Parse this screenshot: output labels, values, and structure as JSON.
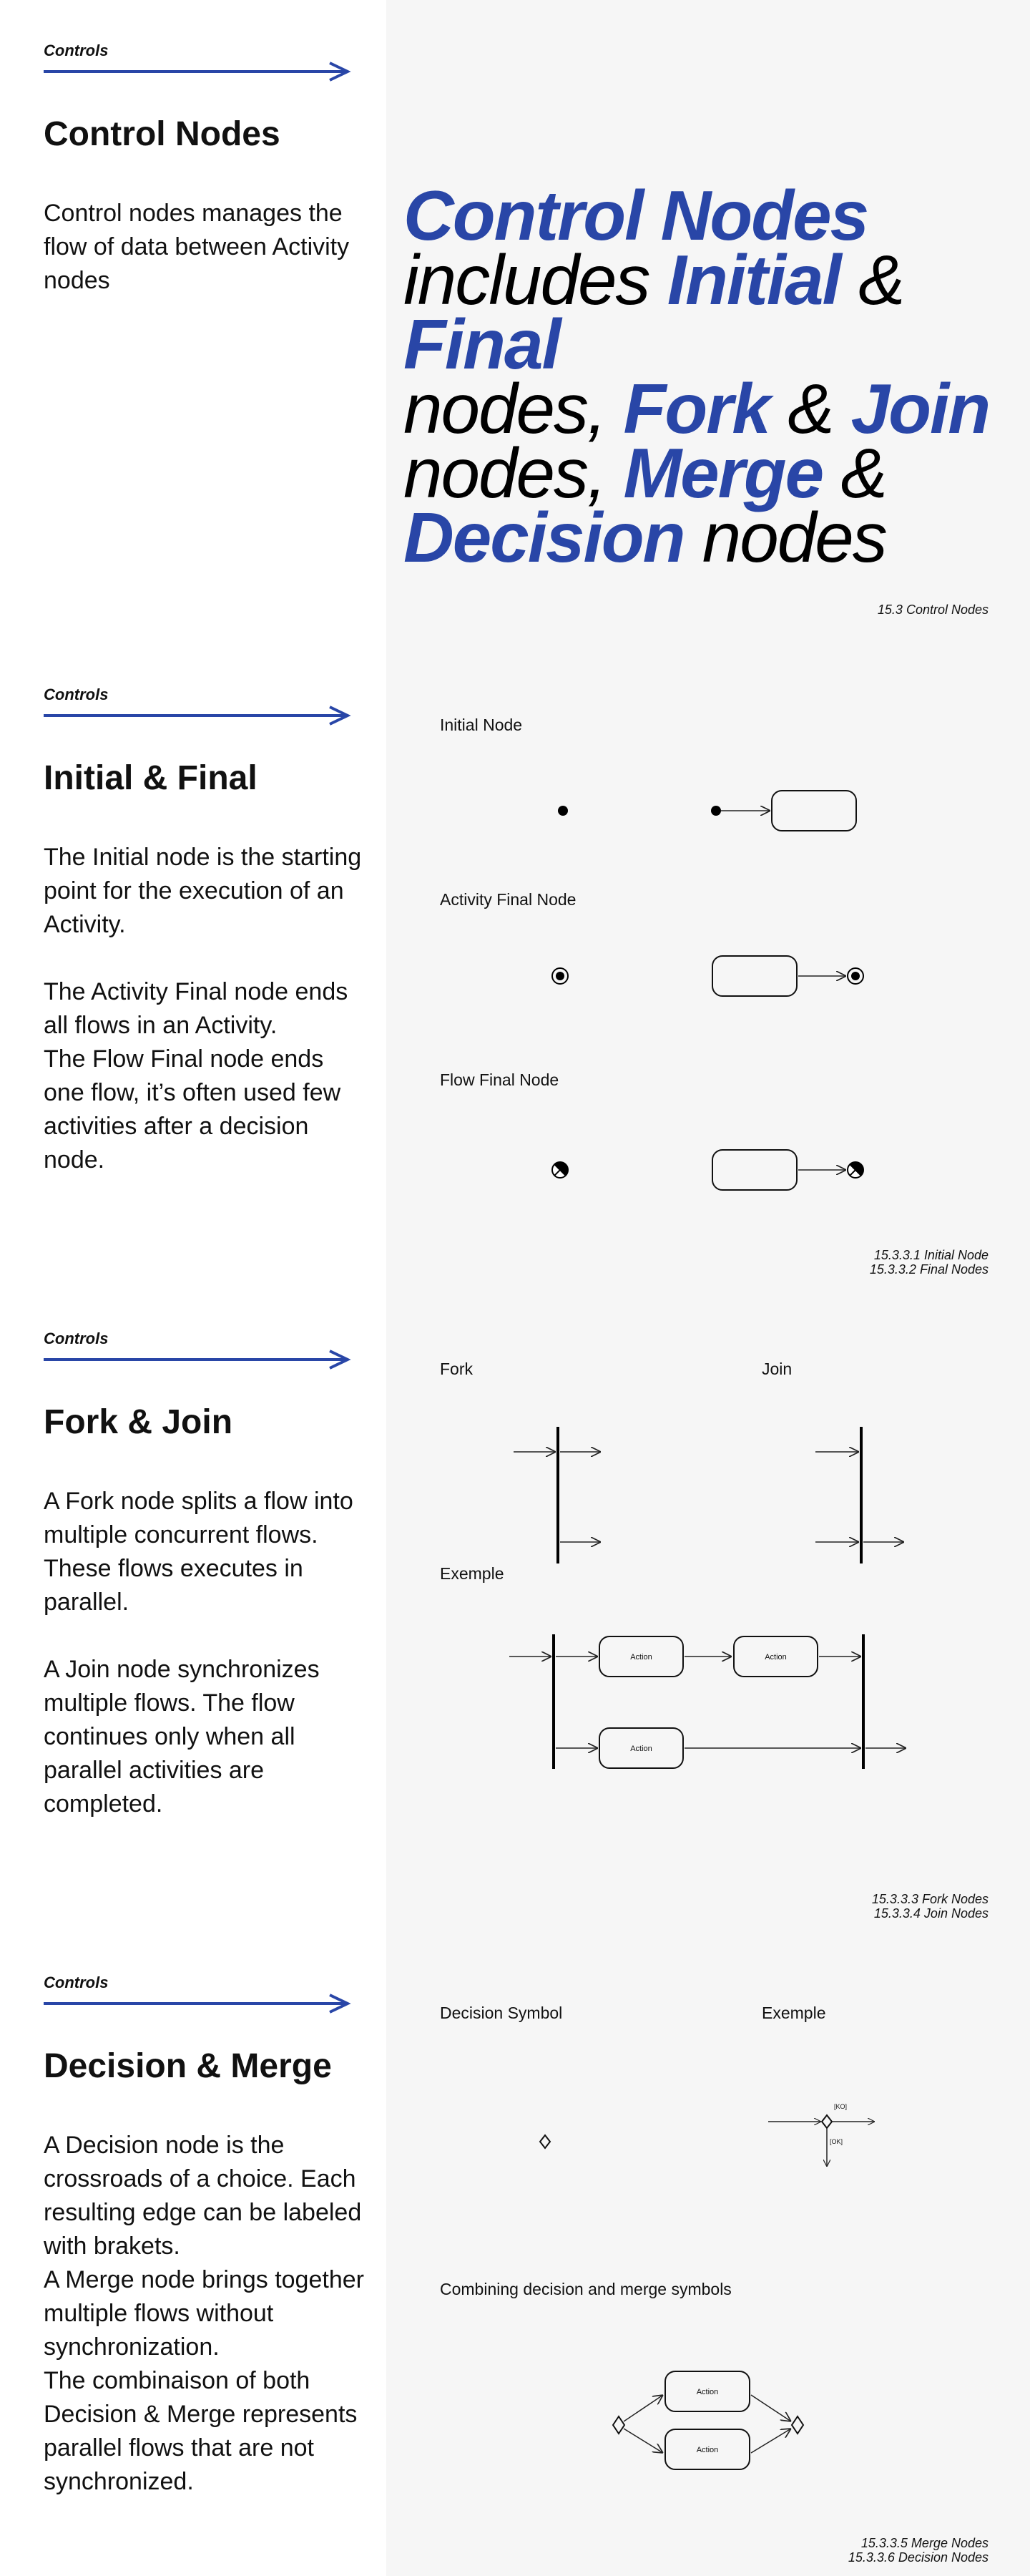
{
  "section_label": "Controls",
  "accent_color": "#2946a7",
  "slides": [
    {
      "title": "Control Nodes",
      "body": [
        "Control nodes manages the flow of data between Activity nodes"
      ],
      "hero": {
        "parts": [
          {
            "t": "Control Nodes",
            "hl": true
          },
          {
            "t": "includes ",
            "hl": false
          },
          {
            "t": "Initial",
            "hl": true
          },
          {
            "t": " & ",
            "hl": false
          },
          {
            "t": "Final",
            "hl": true
          },
          {
            "t": "nodes, ",
            "hl": false
          },
          {
            "t": "Fork",
            "hl": true
          },
          {
            "t": " & ",
            "hl": false
          },
          {
            "t": "Join",
            "hl": true
          },
          {
            "t": "nodes, ",
            "hl": false
          },
          {
            "t": "Merge",
            "hl": true
          },
          {
            "t": " &",
            "hl": false
          },
          {
            "t": "Decision",
            "hl": true
          },
          {
            "t": " nodes",
            "hl": false
          }
        ]
      },
      "ref": [
        "15.3 Control Nodes"
      ]
    },
    {
      "title": "Initial & Final",
      "body": [
        "The Initial node is the starting point for the execution of an Activity.",
        "The Activity Final node ends all flows in an Activity.",
        "The Flow Final node ends one flow, it’s often used few activities after a decision node."
      ],
      "labels": {
        "initial": "Initial Node",
        "activity_final": "Activity Final Node",
        "flow_final": "Flow Final Node"
      },
      "ref": [
        "15.3.3.1 Initial Node",
        "15.3.3.2 Final Nodes"
      ]
    },
    {
      "title": "Fork & Join",
      "body": [
        "A Fork node splits a flow into multiple concurrent flows. These flows executes in parallel.",
        "A Join node synchronizes multiple flows. The flow continues only when all parallel activities are completed."
      ],
      "labels": {
        "fork": "Fork",
        "join": "Join",
        "example": "Exemple"
      },
      "action_label": "Action",
      "ref": [
        "15.3.3.3 Fork Nodes",
        "15.3.3.4 Join Nodes"
      ]
    },
    {
      "title": "Decision & Merge",
      "body": [
        "A Decision node is the crossroads of a choice. Each resulting edge can be labeled with brakets.",
        "A Merge node brings together multiple flows without synchronization.",
        "The combinaison of both Decision & Merge represents parallel flows that are not synchronized."
      ],
      "labels": {
        "decision": "Decision Symbol",
        "example": "Exemple",
        "combining": "Combining decision and merge symbols"
      },
      "guards": {
        "ko": "[KO]",
        "ok": "[OK]"
      },
      "action_label": "Action",
      "ref": [
        "15.3.3.5 Merge Nodes",
        "15.3.3.6 Decision Nodes"
      ]
    }
  ]
}
